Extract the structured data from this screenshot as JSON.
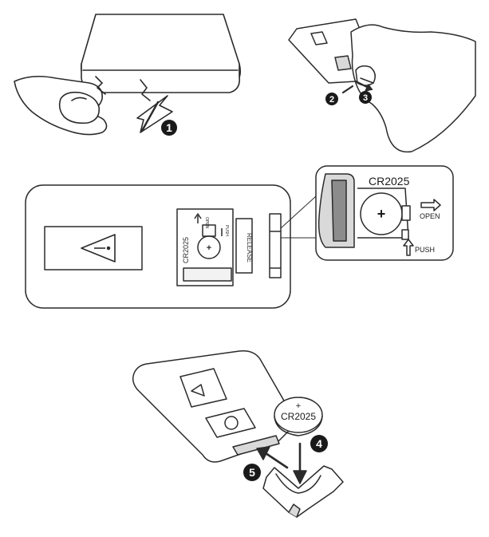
{
  "steps": {
    "step1": "1",
    "step2": "2",
    "step3": "3",
    "step4": "4",
    "step5": "5"
  },
  "labels": {
    "battery_model": "CR2025",
    "battery_model_small": "CR2025",
    "open": "OPEN",
    "push": "PUSH",
    "open_small": "OPEN",
    "push_small": "PUSH",
    "release": "RELEASE",
    "coin_model": "CR2025",
    "coin_plus": "+",
    "plus": "+",
    "plus_small": "+"
  },
  "colors": {
    "line": "#2b2b2b",
    "fill": "#ffffff",
    "step_badge": "#1a1a1a",
    "light_gray": "#d9d9d9",
    "mid_gray": "#8c8c8c"
  },
  "icons": {
    "warning": "warning-triangle-icon",
    "arrow": "arrow-icon"
  }
}
